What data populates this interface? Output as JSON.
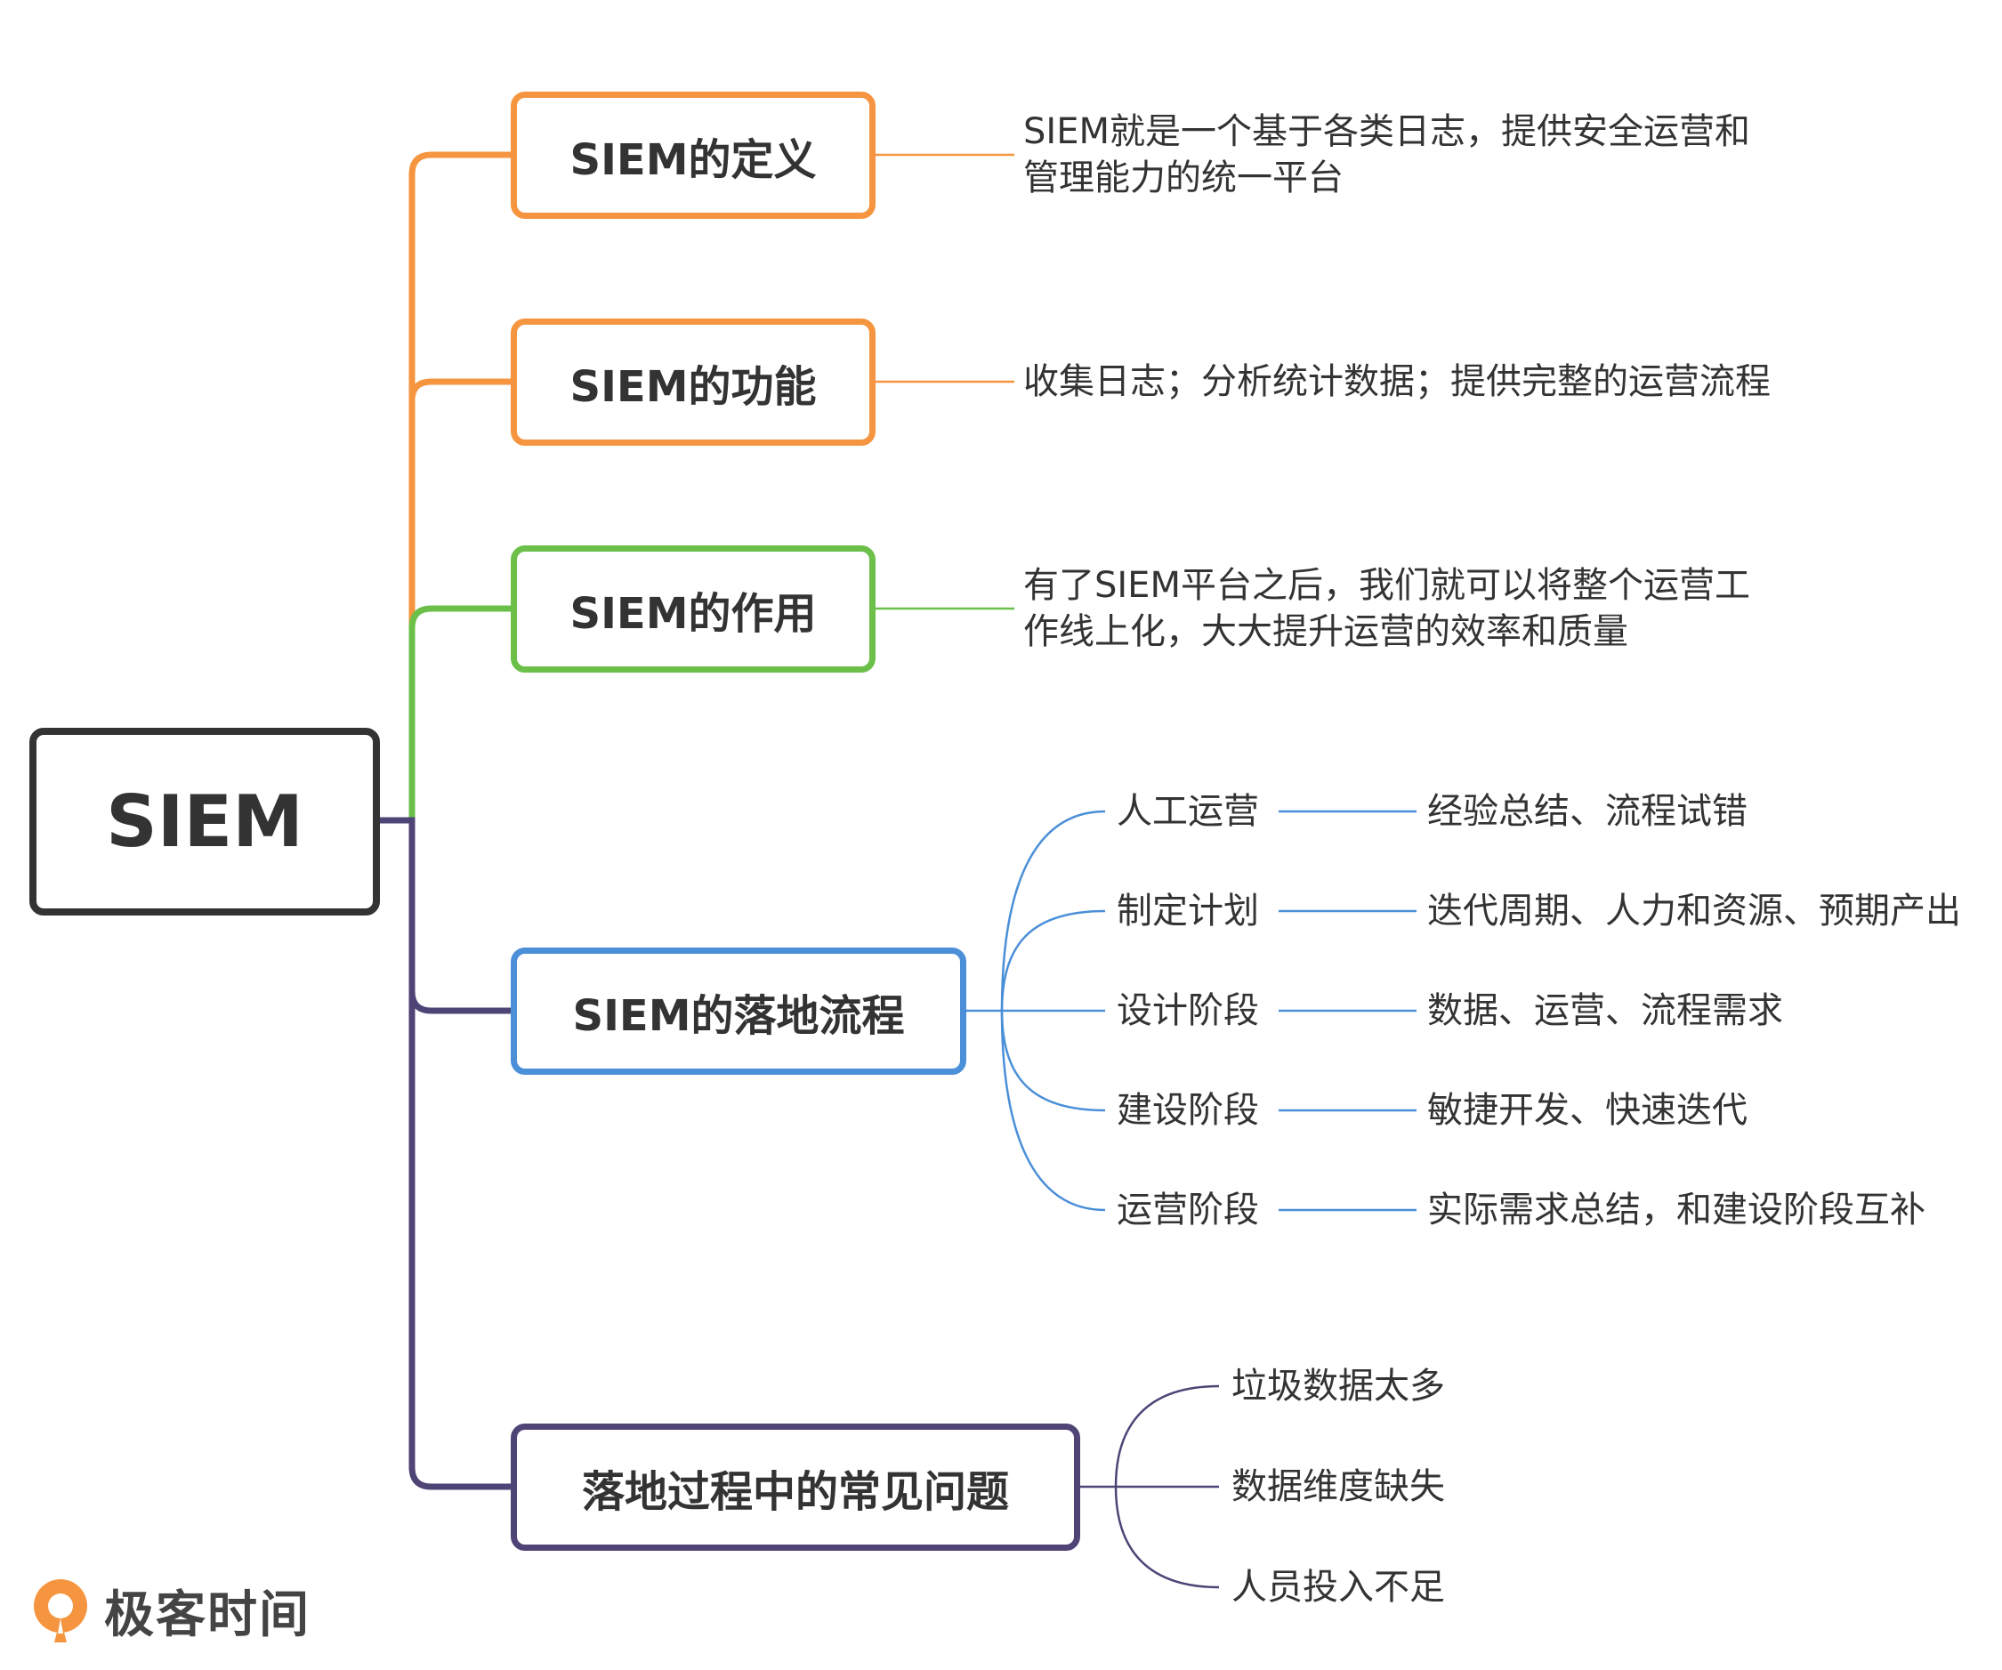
{
  "colors": {
    "root": "#333333",
    "orange": "#f5953f",
    "green": "#6cc04a",
    "blue": "#4a8fd8",
    "purple": "#4e4476"
  },
  "root": {
    "label": "SIEM"
  },
  "definition": {
    "label": "SIEM的定义",
    "text_line1": "SIEM就是一个基于各类日志，提供安全运营和",
    "text_line2": "管理能力的统一平台"
  },
  "function": {
    "label": "SIEM的功能",
    "text": "收集日志；分析统计数据；提供完整的运营流程"
  },
  "role": {
    "label": "SIEM的作用",
    "text_line1": "有了SIEM平台之后，我们就可以将整个运营工",
    "text_line2": "作线上化，大大提升运营的效率和质量"
  },
  "flow": {
    "label": "SIEM的落地流程",
    "steps": [
      {
        "name": "人工运营",
        "detail": "经验总结、流程试错"
      },
      {
        "name": "制定计划",
        "detail": "迭代周期、人力和资源、预期产出"
      },
      {
        "name": "设计阶段",
        "detail": "数据、运营、流程需求"
      },
      {
        "name": "建设阶段",
        "detail": "敏捷开发、快速迭代"
      },
      {
        "name": "运营阶段",
        "detail": "实际需求总结，和建设阶段互补"
      }
    ]
  },
  "problems": {
    "label": "落地过程中的常见问题",
    "items": [
      "垃圾数据太多",
      "数据维度缺失",
      "人员投入不足"
    ]
  },
  "logo": {
    "text": "极客时间",
    "icon": "geektime-logo-icon"
  }
}
